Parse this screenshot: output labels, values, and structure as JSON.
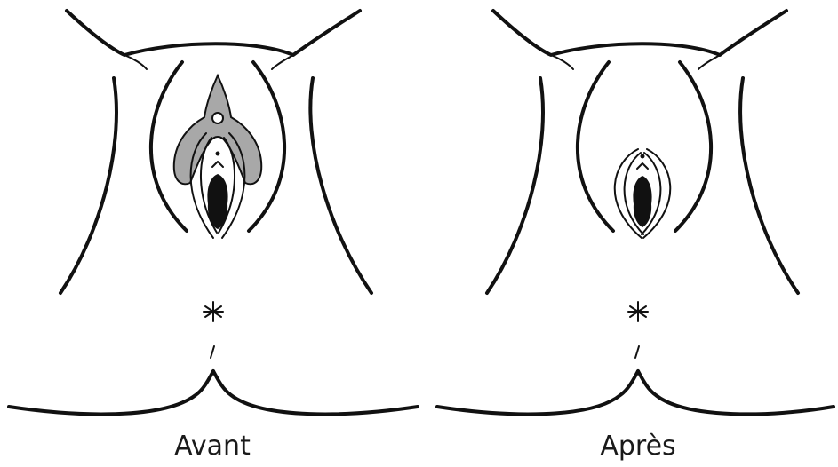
{
  "panels": [
    {
      "id": "before",
      "label": "Avant"
    },
    {
      "id": "after",
      "label": "Après"
    }
  ],
  "colors": {
    "ink": "#111111",
    "highlight_gray": "#a8a8a8",
    "background": "#ffffff"
  }
}
